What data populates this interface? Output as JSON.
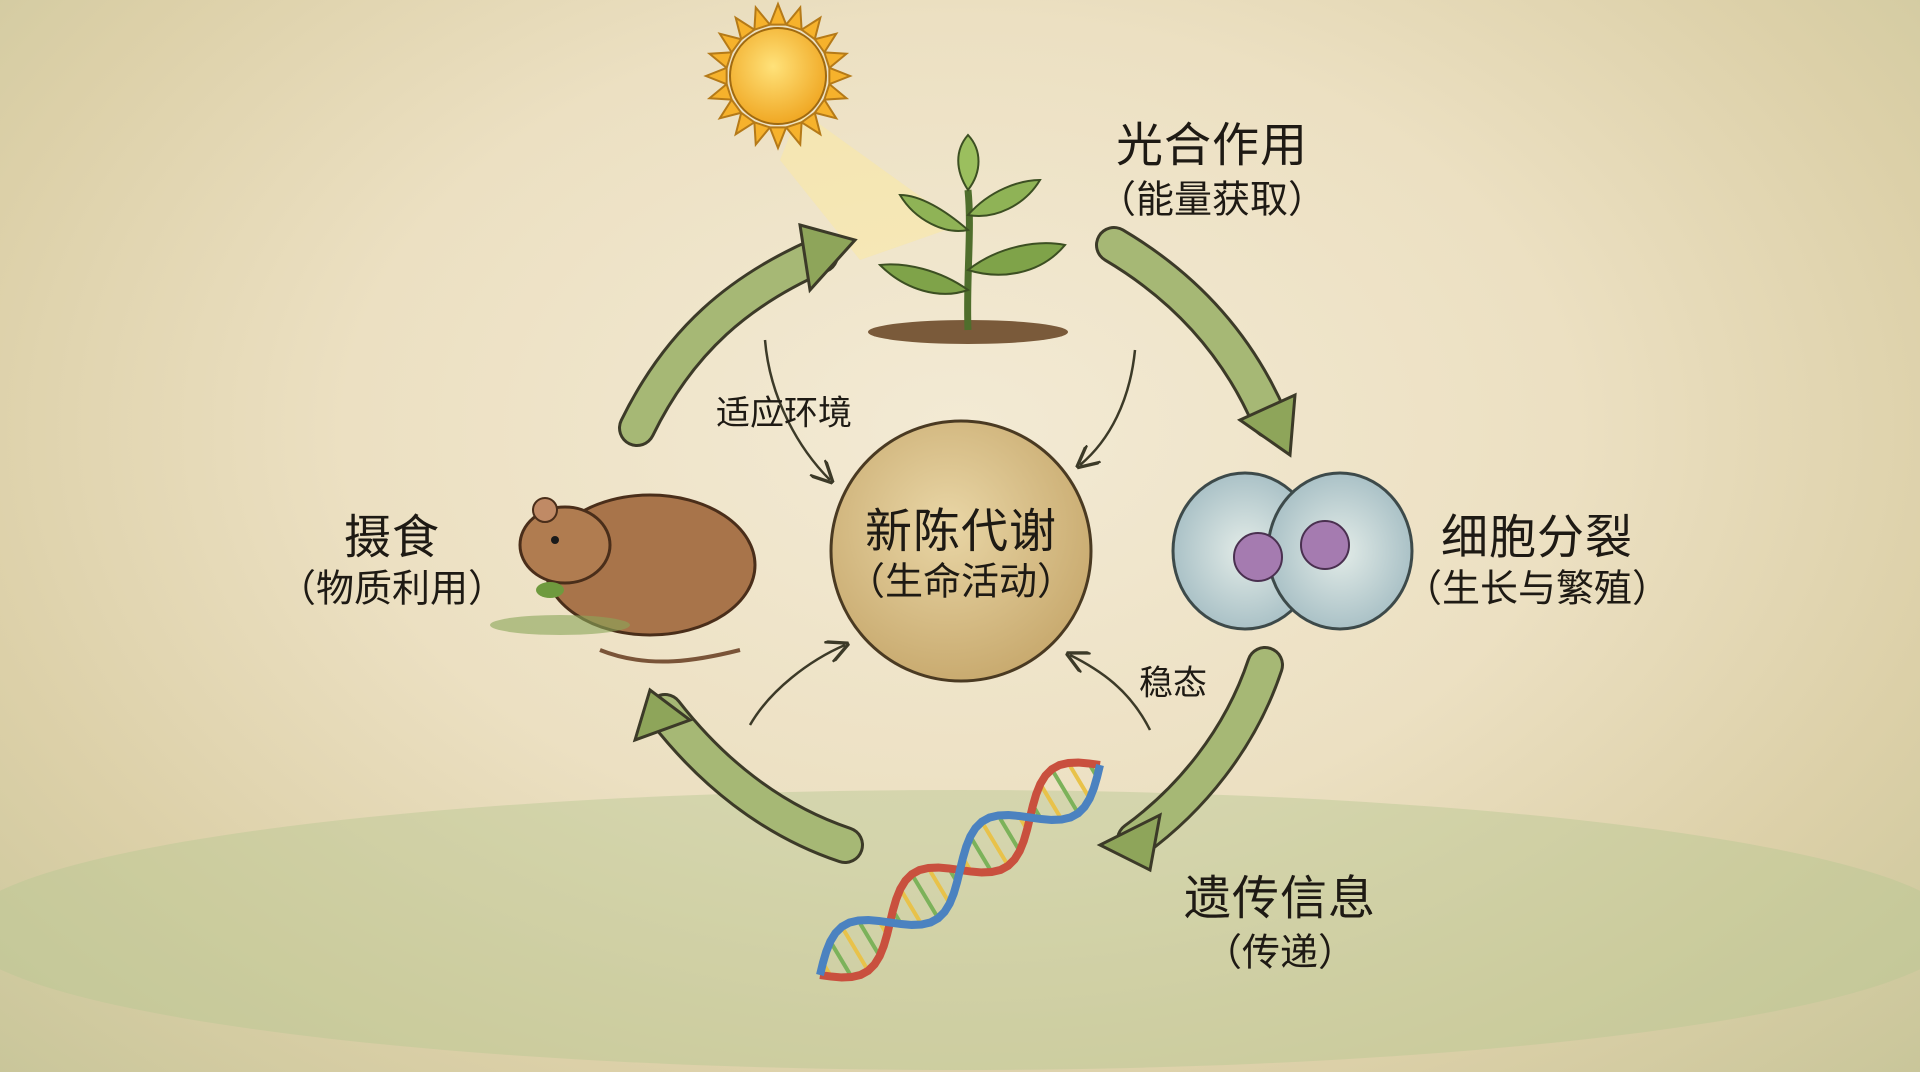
{
  "center": {
    "title": "新陈代谢",
    "subtitle": "（生命活动）"
  },
  "nodes": {
    "photosynthesis": {
      "title": "光合作用",
      "subtitle": "（能量获取）"
    },
    "cell_division": {
      "title": "细胞分裂",
      "subtitle": "（生长与繁殖）"
    },
    "genetic_info": {
      "title": "遗传信息",
      "subtitle": "（传递）"
    },
    "feeding": {
      "title": "摄食",
      "subtitle": "（物质利用）"
    }
  },
  "links": {
    "adapt": "适应环境",
    "homeostasis": "稳态"
  },
  "colors": {
    "arrow": "#8ea55a",
    "arrow_stroke": "#3c3a28",
    "center_fill": "#d8c28e",
    "paper": "#efe5cb"
  }
}
